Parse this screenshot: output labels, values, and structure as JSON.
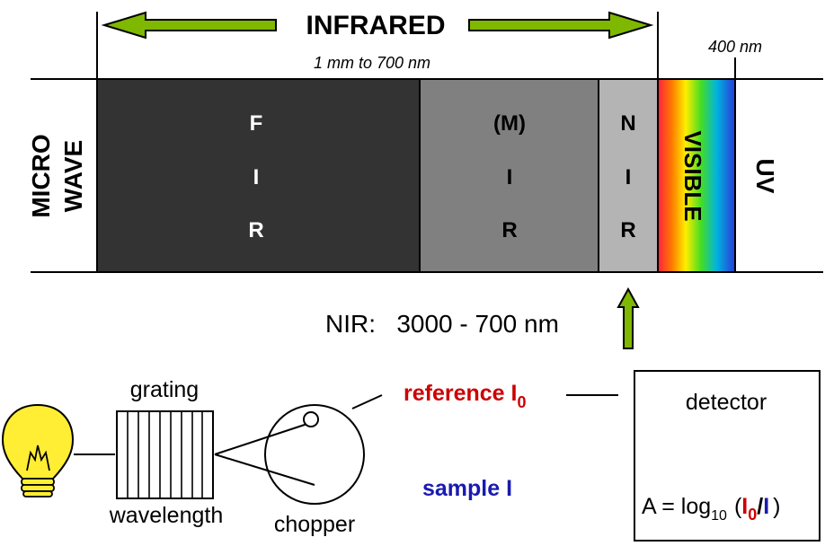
{
  "spectrum": {
    "infrared_label": "INFRARED",
    "infrared_range": "1 mm to 700 nm",
    "visible_edge": "400 nm",
    "microwave_line1": "MICRO",
    "microwave_line2": "WAVE",
    "fir_letters": [
      "F",
      "I",
      "R"
    ],
    "mir_letters": [
      "(M)",
      "I",
      "R"
    ],
    "nir_letters": [
      "N",
      "I",
      "R"
    ],
    "visible_label": "VISIBLE",
    "uv_label": "UV",
    "nir_range": "NIR:   3000 - 700 nm"
  },
  "colors": {
    "fir": "#333333",
    "mir": "#808080",
    "nir": "#b4b4b4",
    "arrow_fill": "#7fb800",
    "reference": "#cc0000",
    "sample": "#1a1ab0",
    "bulb": "#ffee33"
  },
  "setup": {
    "grating_label": "grating",
    "wavelength_label": "wavelength",
    "chopper_label": "chopper",
    "reference_label": "reference I",
    "reference_sub": "0",
    "sample_label": "sample I",
    "detector_label": "detector",
    "formula_prefix": "A = log",
    "formula_log_base": "10",
    "formula_open": "(",
    "formula_I0": "I",
    "formula_I0_sub": "0",
    "formula_slash": "/",
    "formula_I": "I",
    "formula_close": ")"
  }
}
